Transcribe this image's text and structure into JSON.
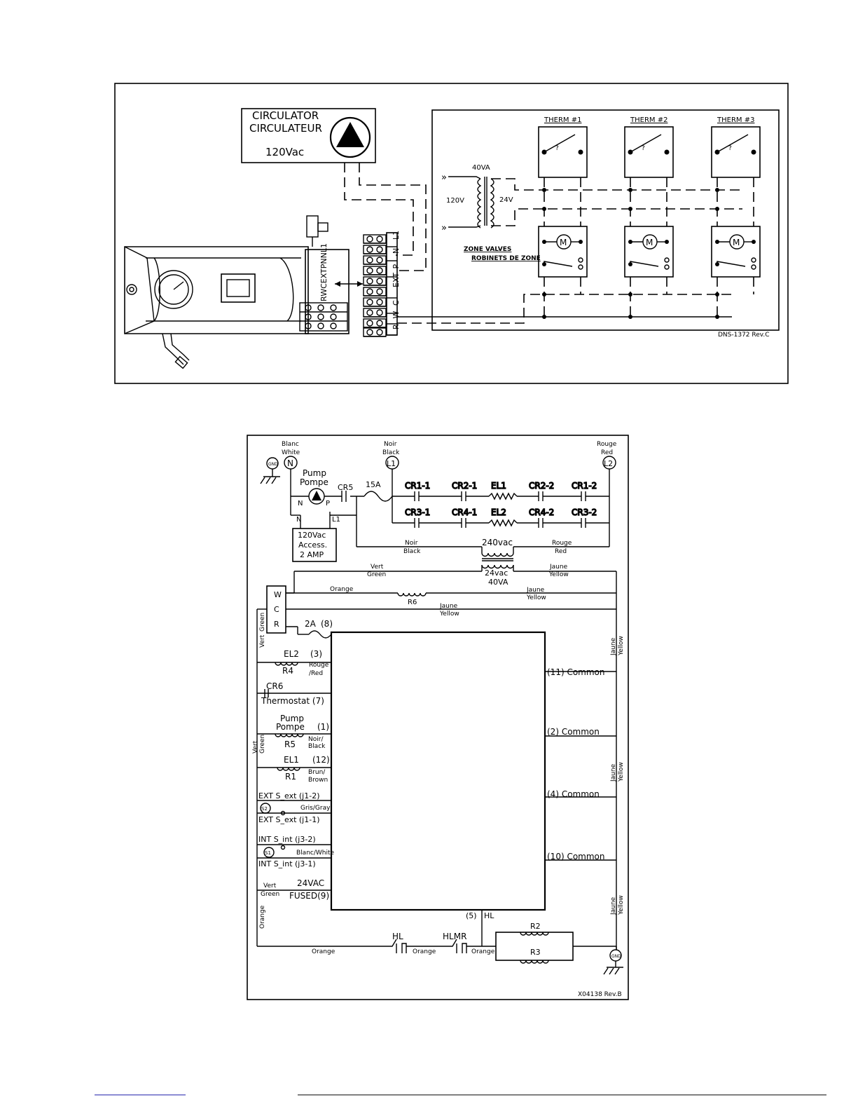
{
  "top_diagram": {
    "circulator": {
      "line1": "CIRCULATOR",
      "line2": "CIRCULATEUR",
      "voltage": "120Vac"
    },
    "transformer": {
      "rating": "40VA",
      "primary": "120V",
      "secondary": "24V"
    },
    "thermostats": [
      "THERM #1",
      "THERM #2",
      "THERM #3"
    ],
    "zone_valves": {
      "line1": "ZONE VALVES",
      "line2": "ROBINETS DE ZONE"
    },
    "terminal_labels": [
      "L1",
      "N",
      "N",
      "P",
      "P",
      "EXT",
      "EXT",
      "C",
      "W",
      "R"
    ],
    "boiler_terminals": "RWCEXTPNNL1",
    "drawing_number": "DNS-1372 Rev.C"
  },
  "schematic": {
    "gnd": "GND",
    "white": {
      "fr": "Blanc",
      "en": "White",
      "term": "N"
    },
    "black": {
      "fr": "Noir",
      "en": "Black",
      "term": "L1"
    },
    "red": {
      "fr": "Rouge",
      "en": "Red",
      "term": "L2"
    },
    "pump": {
      "en": "Pump",
      "fr": "Pompe",
      "n": "N",
      "p": "P"
    },
    "cr5": "CR5",
    "fuse15": "15A",
    "row1": [
      "CR1-1",
      "CR2-1",
      "EL1",
      "CR2-2",
      "CR1-2"
    ],
    "row2": [
      "CR3-1",
      "CR4-1",
      "EL2",
      "CR4-2",
      "CR3-2"
    ],
    "access": {
      "n": "N",
      "l1": "L1",
      "l1t": "120Vac",
      "l2t": "Access.",
      "l3t": "2 AMP"
    },
    "tx": {
      "pri": "240vac",
      "sec1": "24vac",
      "sec2": "40VA"
    },
    "wire_noir": "Noir",
    "wire_black": "Black",
    "wire_rouge": "Rouge",
    "wire_red": "Red",
    "wire_vert": "Vert",
    "wire_green": "Green",
    "wire_jaune": "Jaune",
    "wire_yellow": "Yellow",
    "wire_orange": "Orange",
    "wcr": [
      "W",
      "C",
      "R"
    ],
    "r6": "R6",
    "fuse2": "2A",
    "fuse2_num": "(8)",
    "left": {
      "el2": "EL2",
      "el2_num": "(3)",
      "r4": "R4",
      "rouge_red1": "Rouge",
      "rouge_red2": "/Red",
      "cr6": "CR6",
      "thermostat": "Thermostat (7)",
      "pump1": "Pump",
      "pump2": "Pompe",
      "pump_num": "(1)",
      "r5": "R5",
      "noir1": "Noir/",
      "noir2": "Black",
      "el1": "EL1",
      "el1_num": "(12)",
      "r1": "R1",
      "brun1": "Brun/",
      "brun2": "Brown",
      "ext2": "EXT S_ext (j1-2)",
      "s2": "S2",
      "gris": "Gris/Gray",
      "ext1": "EXT S_ext (j1-1)",
      "int2": "INT S_int (j3-2)",
      "s1": "S1",
      "blanc": "Blanc/White",
      "int1": "INT S_int (j3-1)",
      "v24": "24VAC",
      "fused": "FUSED(9)"
    },
    "right": [
      "(11) Common",
      "(2) Common",
      "(4) Common",
      "(10) Common"
    ],
    "hl_num": "(5)",
    "hl": "HL",
    "hl_sw": "HL",
    "hlmr": "HLMR",
    "r2": "R2",
    "r3": "R3",
    "drawing_number": "X04138 Rev.B"
  }
}
